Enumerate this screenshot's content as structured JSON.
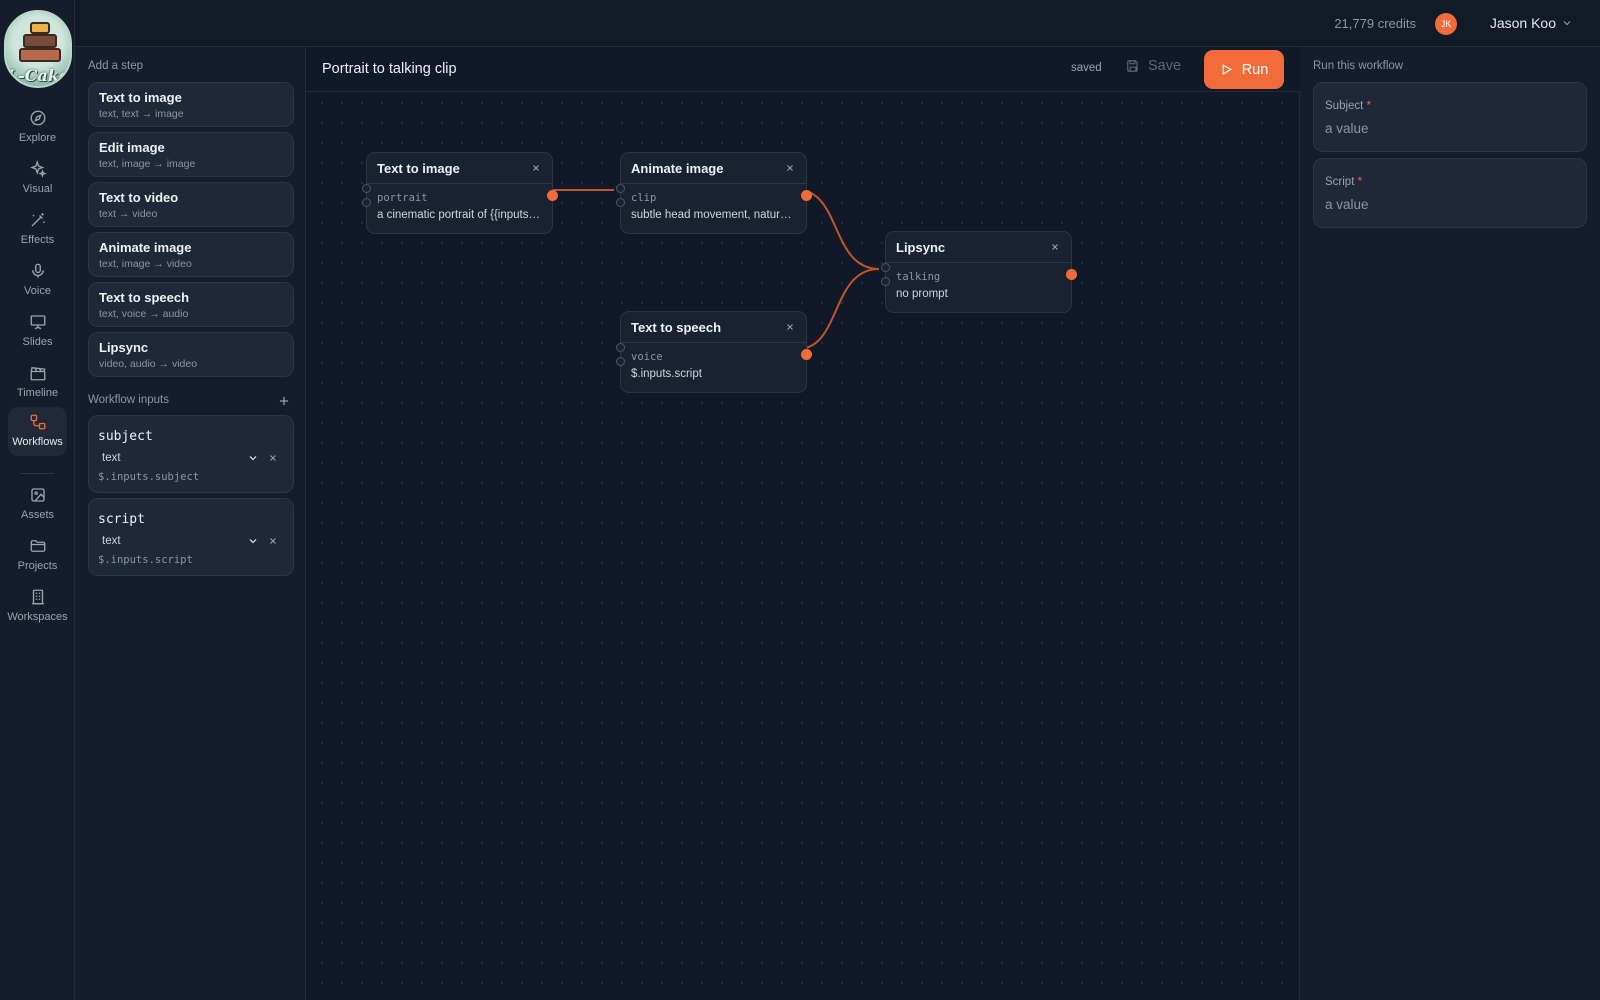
{
  "brand": {
    "logo_text": "L-Cake"
  },
  "topbar": {
    "credits": "21,779 credits",
    "user": {
      "initials": "JK",
      "name": "Jason Koo"
    }
  },
  "nav": {
    "items": [
      {
        "label": "Explore",
        "icon": "compass-icon"
      },
      {
        "label": "Visual",
        "icon": "sparkles-icon"
      },
      {
        "label": "Effects",
        "icon": "magic-wand-icon"
      },
      {
        "label": "Voice",
        "icon": "microphone-icon"
      },
      {
        "label": "Slides",
        "icon": "presentation-icon"
      },
      {
        "label": "Timeline",
        "icon": "clapperboard-icon"
      },
      {
        "label": "Workflows",
        "icon": "workflow-icon",
        "active": true
      },
      {
        "label": "Assets",
        "icon": "images-icon"
      },
      {
        "label": "Projects",
        "icon": "folder-icon"
      },
      {
        "label": "Workspaces",
        "icon": "building-icon"
      }
    ]
  },
  "steps_panel": {
    "title": "Add a step",
    "steps": [
      {
        "title": "Text to image",
        "io": "text, text → image"
      },
      {
        "title": "Edit image",
        "io": "text, image → image"
      },
      {
        "title": "Text to video",
        "io": "text → video"
      },
      {
        "title": "Animate image",
        "io": "text, image → video"
      },
      {
        "title": "Text to speech",
        "io": "text, voice → audio"
      },
      {
        "title": "Lipsync",
        "io": "video, audio → video"
      }
    ],
    "inputs_title": "Workflow inputs",
    "inputs": [
      {
        "name": "subject",
        "type": "text",
        "path": "$.inputs.subject"
      },
      {
        "name": "script",
        "type": "text",
        "path": "$.inputs.script"
      }
    ]
  },
  "canvas": {
    "title": "Portrait to talking clip",
    "status": "saved",
    "save_label": "Save",
    "run_label": "Run",
    "nodes": [
      {
        "title": "Text to image",
        "label": "portrait",
        "prompt": "a cinematic portrait of {{inputs.subject}}"
      },
      {
        "title": "Animate image",
        "label": "clip",
        "prompt": "subtle head movement, natural blinking"
      },
      {
        "title": "Lipsync",
        "label": "talking",
        "prompt": "no prompt"
      },
      {
        "title": "Text to speech",
        "label": "voice",
        "prompt": "$.inputs.script"
      }
    ]
  },
  "run_panel": {
    "title": "Run this workflow",
    "fields": [
      {
        "label": "Subject",
        "required_mark": "*",
        "placeholder": "a value"
      },
      {
        "label": "Script",
        "required_mark": "*",
        "placeholder": "a value"
      }
    ]
  },
  "colors": {
    "accent": "#f26b3a",
    "background": "#111827",
    "panel": "#151d2a",
    "card": "#1e2836"
  }
}
